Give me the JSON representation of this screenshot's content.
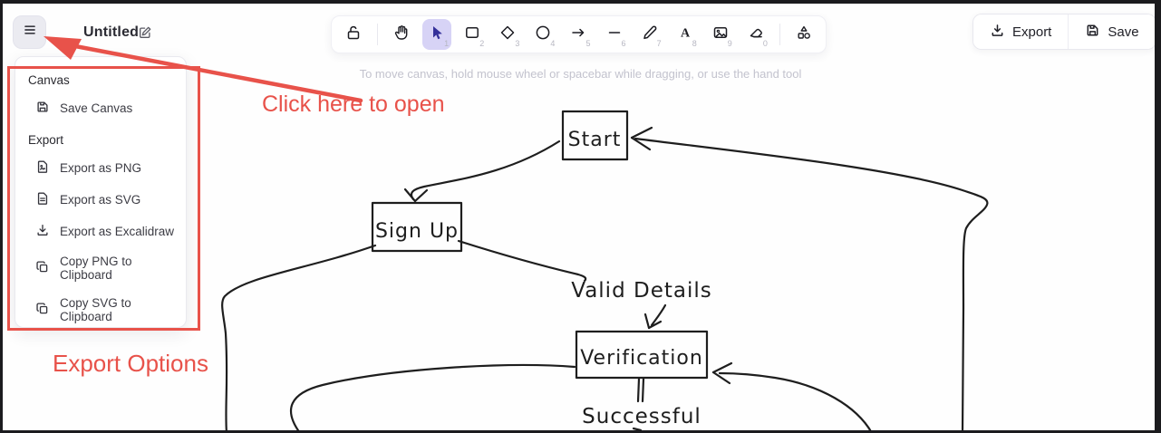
{
  "header": {
    "title": "Untitled",
    "export_label": "Export",
    "save_label": "Save"
  },
  "toolbar": {
    "hint": "To move canvas, hold mouse wheel or spacebar while dragging, or use the hand tool",
    "tools": [
      {
        "name": "lock",
        "shortcut": "",
        "selected": false
      },
      {
        "name": "hand",
        "shortcut": "",
        "selected": false
      },
      {
        "name": "selection",
        "shortcut": "1",
        "selected": true
      },
      {
        "name": "rectangle",
        "shortcut": "2",
        "selected": false
      },
      {
        "name": "diamond",
        "shortcut": "3",
        "selected": false
      },
      {
        "name": "ellipse",
        "shortcut": "4",
        "selected": false
      },
      {
        "name": "arrow",
        "shortcut": "5",
        "selected": false
      },
      {
        "name": "line",
        "shortcut": "6",
        "selected": false
      },
      {
        "name": "draw",
        "shortcut": "7",
        "selected": false
      },
      {
        "name": "text",
        "shortcut": "8",
        "selected": false
      },
      {
        "name": "image",
        "shortcut": "9",
        "selected": false
      },
      {
        "name": "eraser",
        "shortcut": "0",
        "selected": false
      },
      {
        "name": "shapes",
        "shortcut": "",
        "selected": false
      }
    ]
  },
  "menu": {
    "sections": [
      {
        "label": "Canvas",
        "items": [
          {
            "icon": "save-icon",
            "label": "Save Canvas"
          }
        ]
      },
      {
        "label": "Export",
        "items": [
          {
            "icon": "file-image-icon",
            "label": "Export as PNG"
          },
          {
            "icon": "file-icon",
            "label": "Export as SVG"
          },
          {
            "icon": "download-icon",
            "label": "Export as Excalidraw"
          },
          {
            "icon": "copy-icon",
            "label": "Copy PNG to Clipboard"
          },
          {
            "icon": "copy-icon",
            "label": "Copy SVG to Clipboard"
          }
        ]
      }
    ]
  },
  "annotations": {
    "click_here": "Click here to open",
    "export_options": "Export Options",
    "accent_color": "#e8524a"
  },
  "diagram": {
    "nodes": [
      {
        "label": "Start"
      },
      {
        "label": "Sign Up"
      },
      {
        "label": "Verification"
      }
    ],
    "labels": [
      {
        "text": "Valid Details"
      },
      {
        "text": "Successful"
      }
    ],
    "stroke_color": "#1e1e1e"
  }
}
